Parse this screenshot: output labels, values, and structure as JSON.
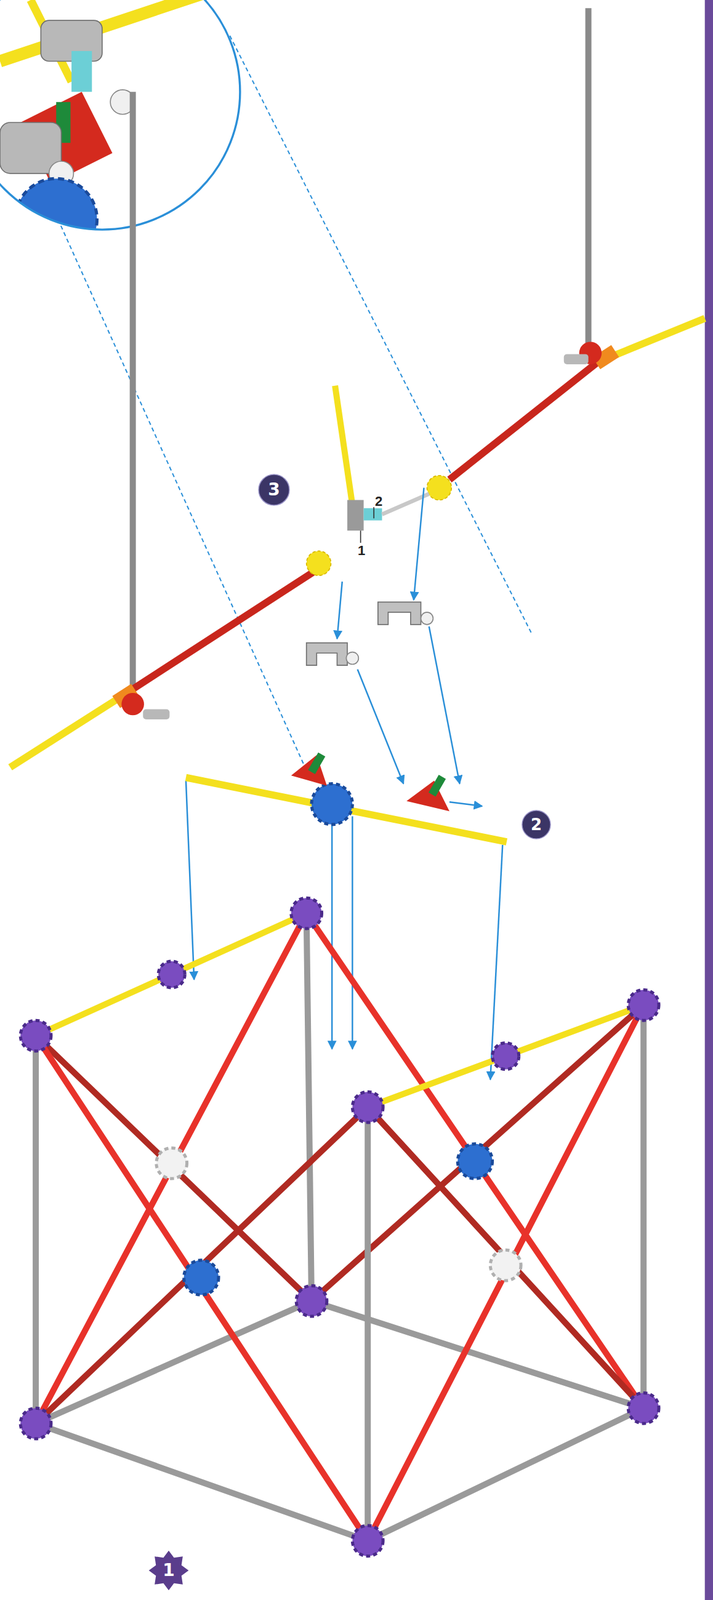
{
  "diagram": {
    "nodes": [
      {
        "text": [
          "3"
        ]
      },
      {
        "text": [
          "2"
        ]
      },
      {
        "text": [
          "1"
        ]
      }
    ],
    "labels": [
      "2",
      "1"
    ]
  }
}
